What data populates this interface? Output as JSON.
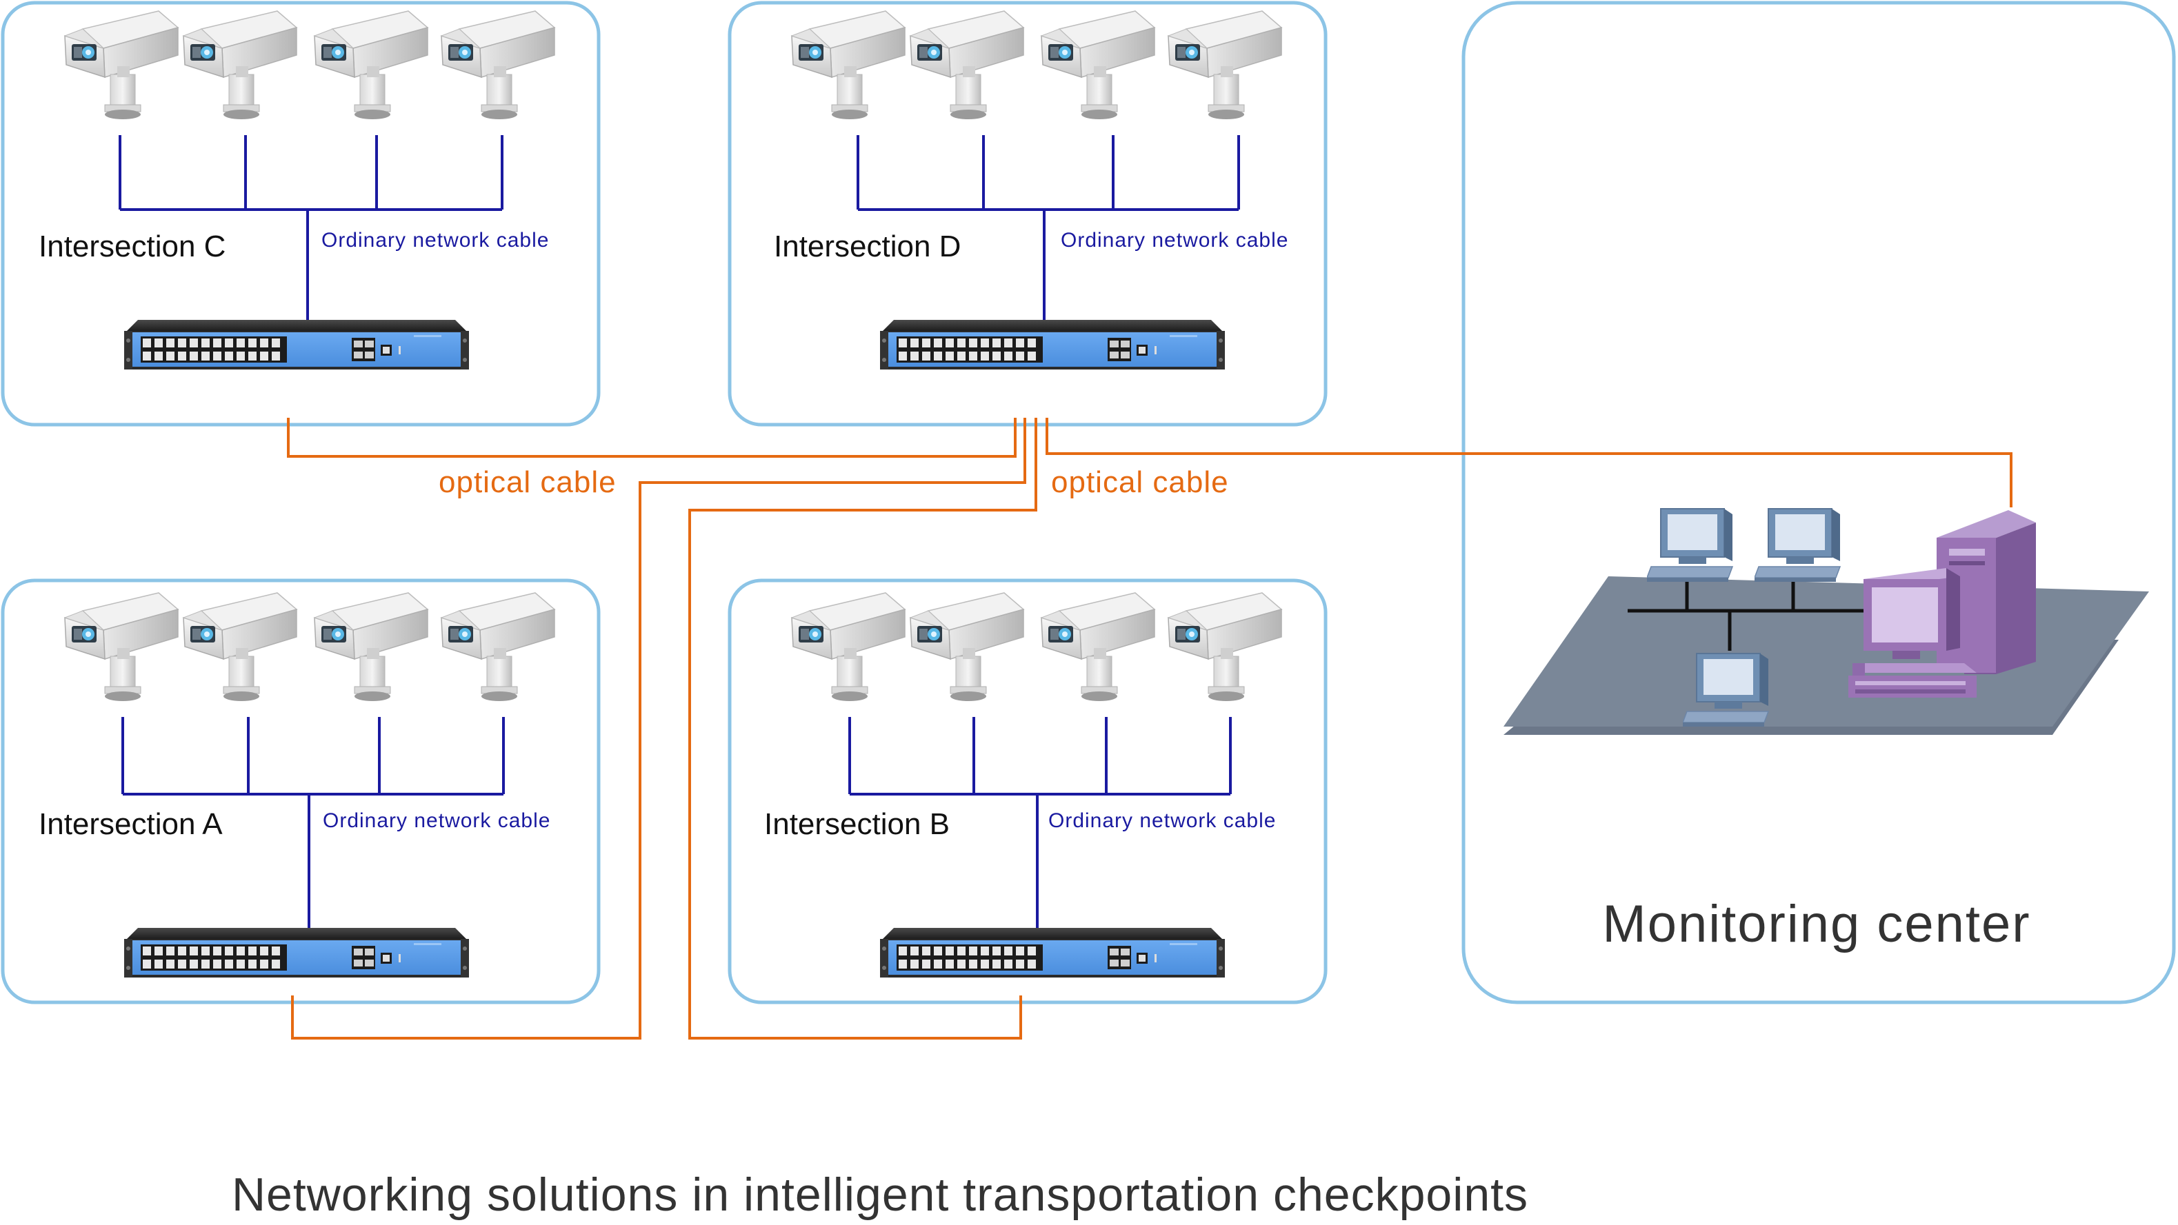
{
  "intersections": {
    "c": {
      "name": "Intersection C",
      "cable_label": "Ordinary network cable"
    },
    "d": {
      "name": "Intersection D",
      "cable_label": "Ordinary network cable"
    },
    "a": {
      "name": "Intersection A",
      "cable_label": "Ordinary network cable"
    },
    "b": {
      "name": "Intersection B",
      "cable_label": "Ordinary network cable"
    }
  },
  "optical_labels": [
    "optical cable",
    "optical cable"
  ],
  "monitoring_center": {
    "title": "Monitoring center"
  },
  "caption": "Networking solutions in intelligent transportation checkpoints",
  "colors": {
    "box_border": "#8cc4e6",
    "network_cable": "#1a1aa0",
    "optical_cable": "#e56a12",
    "switch_blue": "#5b9ded",
    "switch_dark": "#2a2a2a",
    "platform": "#7a8798",
    "workstation": "#9a73b5"
  },
  "icons": [
    "surveillance-camera-icon",
    "network-switch-icon",
    "computer-terminal-icon",
    "server-tower-icon"
  ]
}
